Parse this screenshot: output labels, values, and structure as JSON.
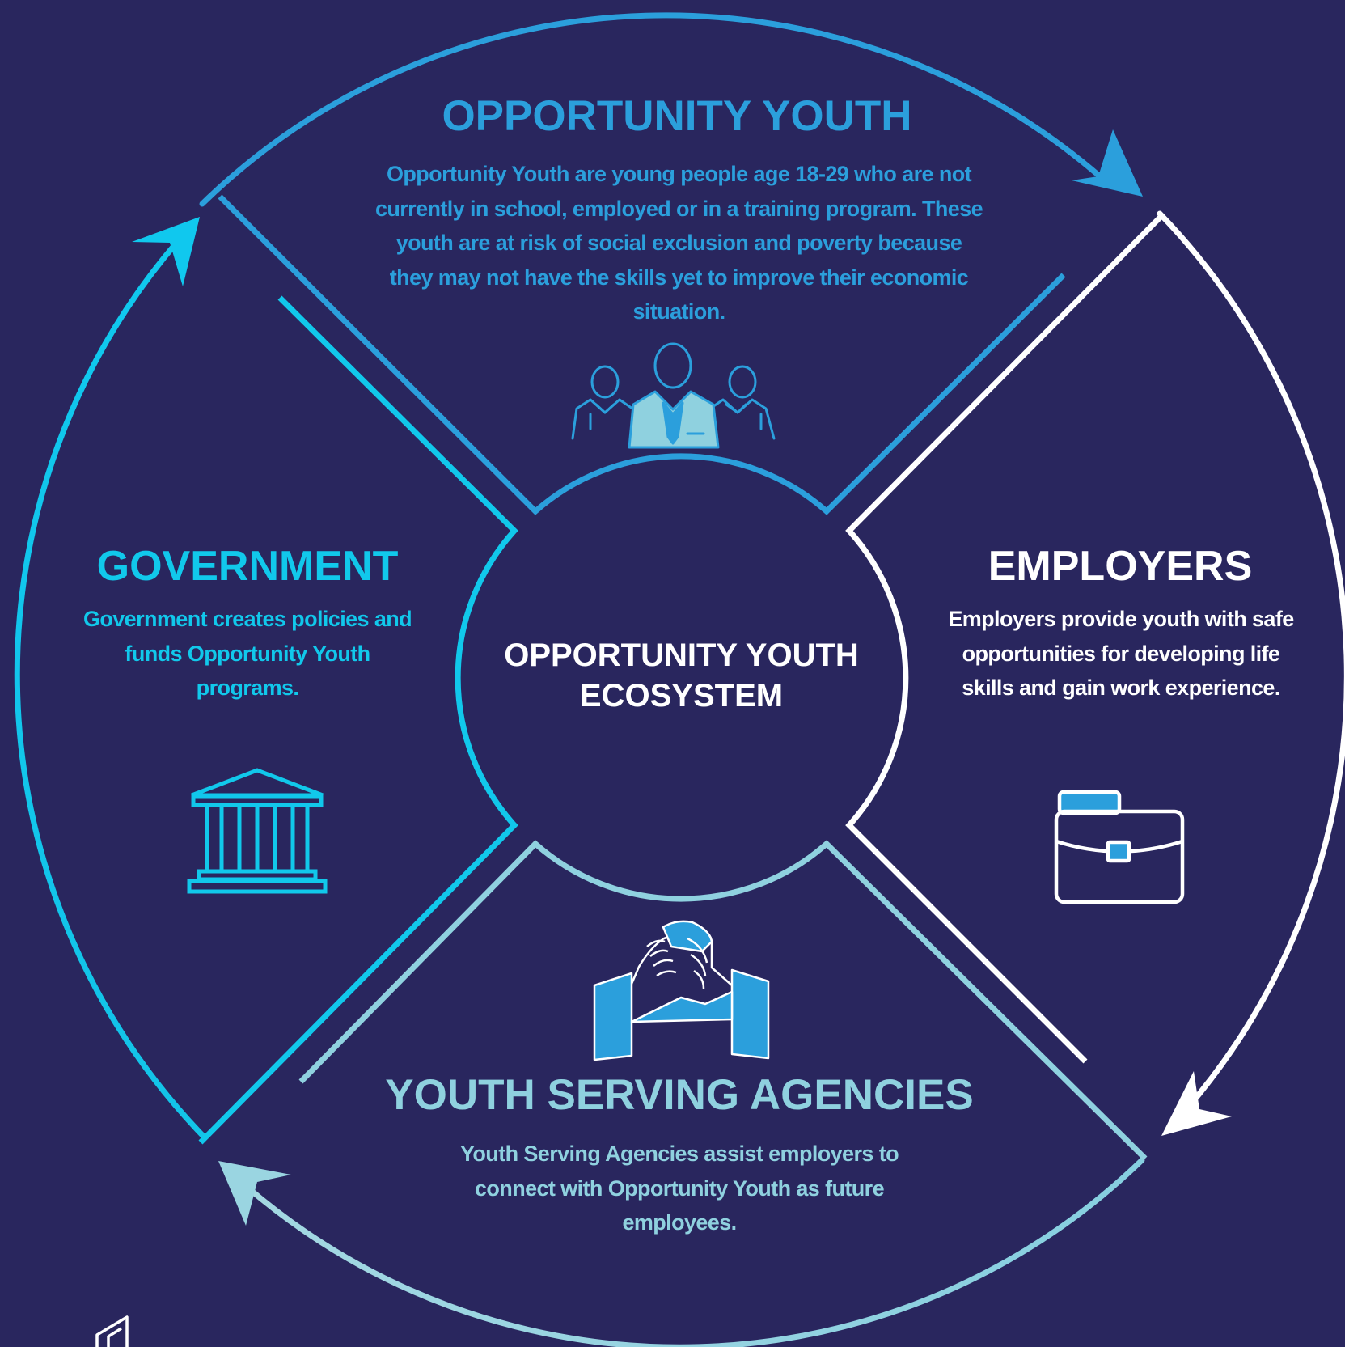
{
  "center": {
    "title_line1": "OPPORTUNITY YOUTH",
    "title_line2": "ECOSYSTEM"
  },
  "sections": {
    "youth": {
      "title": "OPPORTUNITY YOUTH",
      "description": "Opportunity Youth are young people age 18-29 who are not currently in school, employed or in a training program. These youth are at risk of social exclusion and poverty because they may not have the skills yet to improve their economic situation.",
      "icon": "people-group-icon",
      "color": "#2b9fdc"
    },
    "employers": {
      "title": "EMPLOYERS",
      "description": "Employers provide youth with safe opportunities for developing life skills and gain work experience.",
      "icon": "briefcase-icon",
      "color": "#ffffff"
    },
    "agencies": {
      "title": "YOUTH SERVING AGENCIES",
      "description": "Youth Serving Agencies assist employers to connect with Opportunity Youth as future employees.",
      "icon": "handshake-icon",
      "color": "#8fd1df"
    },
    "government": {
      "title": "GOVERNMENT",
      "description": "Government creates policies and funds Opportunity Youth programs.",
      "icon": "government-building-icon",
      "color": "#11c8eb"
    }
  },
  "colors": {
    "background": "#29265e",
    "youth": "#2b9fdc",
    "employers": "#ffffff",
    "agencies": "#8fd1df",
    "government": "#11c8eb"
  },
  "logo": {
    "icon": "logo-icon"
  }
}
